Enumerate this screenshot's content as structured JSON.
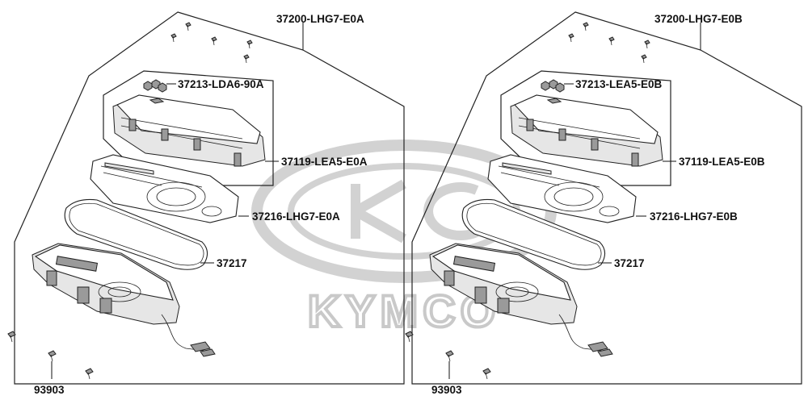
{
  "watermark": {
    "brand": "KYMCO"
  },
  "panels": [
    {
      "assembly": "37200-LHG7-E0A",
      "parts": [
        {
          "code": "37213-LDA6-90A"
        },
        {
          "code": "37119-LEA5-E0A"
        },
        {
          "code": "37216-LHG7-E0A"
        },
        {
          "code": "37217"
        },
        {
          "code": "93903"
        }
      ]
    },
    {
      "assembly": "37200-LHG7-E0B",
      "parts": [
        {
          "code": "37213-LEA5-E0B"
        },
        {
          "code": "37119-LEA5-E0B"
        },
        {
          "code": "37216-LHG7-E0B"
        },
        {
          "code": "37217"
        },
        {
          "code": "93903"
        }
      ]
    }
  ]
}
